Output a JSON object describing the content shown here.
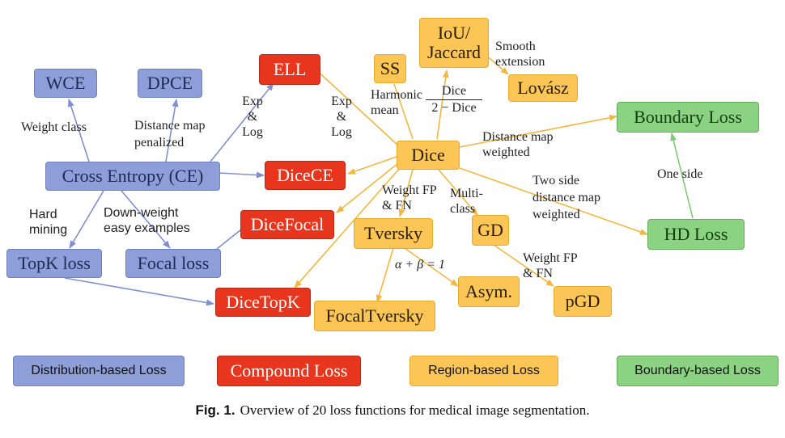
{
  "nodes": {
    "wce": "WCE",
    "dpce": "DPCE",
    "ell": "ELL",
    "ce": "Cross Entropy (CE)",
    "topk": "TopK loss",
    "focal": "Focal loss",
    "dicece": "DiceCE",
    "dicefocal": "DiceFocal",
    "dicetopk": "DiceTopK",
    "ss": "SS",
    "iou": "IoU/ Jaccard",
    "lovasz": "Lovász",
    "dice": "Dice",
    "tversky": "Tversky",
    "gd": "GD",
    "asym": "Asym.",
    "focaltversky": "FocalTversky",
    "pgd": "pGD",
    "boundary": "Boundary Loss",
    "hd": "HD Loss"
  },
  "edge_labels": {
    "weight_class": "Weight class",
    "distance_map_penalized": "Distance map penalized",
    "exp_log_left": "Exp & Log",
    "exp_log_right": "Exp & Log",
    "hard_mining": "Hard mining",
    "down_weight": "Down-weight easy examples",
    "harmonic_mean": "Harmonic mean",
    "dice_fraction_num": "Dice",
    "dice_fraction_den": "2 − Dice",
    "smooth_extension": "Smooth extension",
    "distance_map_weighted": "Distance map weighted",
    "weight_fp_fn_tversky": "Weight FP & FN",
    "multi_class": "Multi- class",
    "two_side": "Two side distance map weighted",
    "one_side": "One side",
    "alpha_beta": "α + β = 1",
    "weight_fp_fn_gd": "Weight FP & FN"
  },
  "legend": {
    "distribution": "Distribution-based Loss",
    "compound": "Compound Loss",
    "region": "Region-based Loss",
    "boundary": "Boundary-based Loss"
  },
  "caption": {
    "label": "Fig. 1.",
    "text": "Overview of 20 loss functions for medical image segmentation."
  },
  "colors": {
    "distribution": "#8e9ed8",
    "compound": "#e8351e",
    "region": "#fcc657",
    "boundary": "#8bd282",
    "arrow_blue": "#7f8fd3",
    "arrow_orange": "#f8c150",
    "arrow_green": "#7fcc76"
  }
}
